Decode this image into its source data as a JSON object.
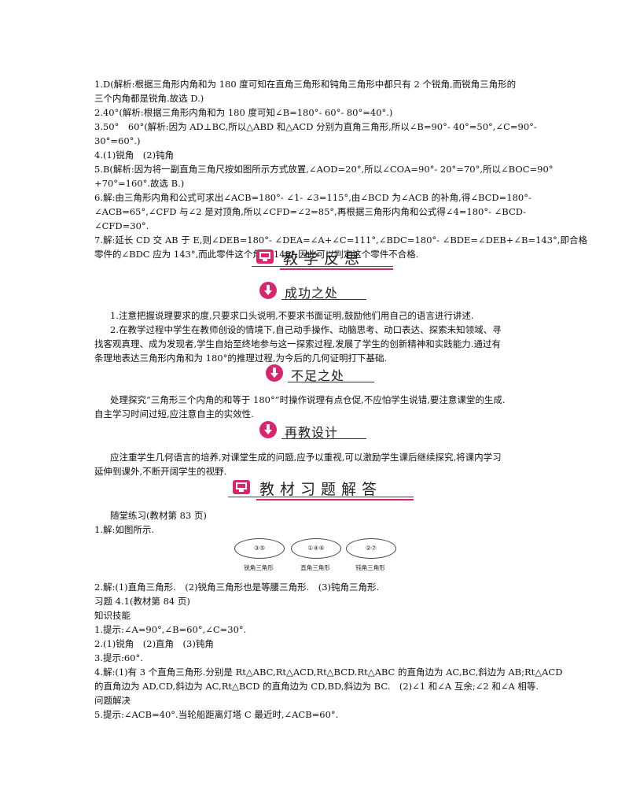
{
  "answers": [
    "1.D(解析:根据三角形内角和为 180 度可知在直角三角形和钝角三角形中都只有 2 个锐角,而锐角三角形的",
    "三个内角都是锐角.故选 D.)",
    "2.40°(解析:根据三角形内角和为 180 度可知∠B=180°- 60°- 80°=40°.)",
    "3.50°　60°(解析:因为 AD⊥BC,所以△ABD 和△ACD 分别为直角三角形,所以∠B=90°- 40°=50°,∠C=90°-",
    "30°=60°.)",
    "4.(1)锐角　(2)钝角",
    "5.B(解析:因为将一副直角三角尺按如图所示方式放置,∠AOD=20°,所以∠COA=90°- 20°=70°,所以∠BOC=90°",
    "+70°=160°.故选 B.)",
    "6.解:由三角形内角和公式可求出∠ACB=180°- ∠1- ∠3=115°,由∠BCD 为∠ACB 的补角,得∠BCD=180°-",
    "∠ACB=65°,∠CFD 与∠2 是对顶角,所以∠CFD=∠2=85°,再根据三角形内角和公式得∠4=180°- ∠BCD-",
    "∠CFD=30°.",
    "7.解:延长 CD 交 AB 于 E,则∠DEB=180°- ∠DEA=∠A+∠C=111°,∠BDC=180°- ∠BDE=∠DEB+∠B=143°,即合格",
    "零件的∠BDC 应为 143°,而此零件这个角为 148°,因此可以判定这个零件不合格."
  ],
  "banner1": {
    "title": "教学反思"
  },
  "sub1": {
    "title": "成功之处"
  },
  "success": [
    "1.注意把握说理要求的度,只要求口头说明,不要求书面证明,鼓励他们用自己的语言进行讲述.",
    "2.在教学过程中学生在教师创设的情境下,自己动手操作、动脑思考、动口表达、探索未知领域、寻",
    "找客观真理、成为发现者,学生自始至终地参与这一探索过程,发展了学生的创新精神和实践能力.通过有",
    "条理地表达三角形内角和为 180°的推理过程,为今后的几何证明打下基础."
  ],
  "sub2": {
    "title": "不足之处"
  },
  "shortcoming": [
    "处理探究“三角形三个内角的和等于 180°”时操作说理有点仓促,不应怕学生说错,要注意课堂的生成.",
    "自主学习时间过短,应注意自主的实效性."
  ],
  "sub3": {
    "title": "再教设计"
  },
  "redesign": [
    "应注重学生几何语言的培养,对课堂生成的问题,应予以重视,可以激励学生课后继续探究,将课内学习",
    "延伸到课外,不断开阔学生的视野."
  ],
  "banner2": {
    "title": "教材习题解答"
  },
  "exercise_head": [
    "随堂练习(教材第 83 页)",
    "1.解:如图所示."
  ],
  "figure": {
    "ellipses": [
      {
        "content": "③⑤",
        "label": "锐角三角形"
      },
      {
        "content": "①④⑥",
        "label": "直角三角形"
      },
      {
        "content": "②⑦",
        "label": "钝角三角形"
      }
    ]
  },
  "exercise_rest": [
    "2.解:(1)直角三角形.　(2)锐角三角形也是等腰三角形.　(3)钝角三角形.",
    "习题 4.1(教材第 84 页)",
    "知识技能",
    "1.提示:∠A=90°,∠B=60°,∠C=30°.",
    "2.(1)锐角　(2)直角　(3)钝角",
    "3.提示:60°.",
    "4.解:(1)有 3 个直角三角形.分别是 Rt△ABC,Rt△ACD,Rt△BCD.Rt△ABC 的直角边为 AC,BC,斜边为 AB;Rt△ACD",
    "的直角边为 AD,CD,斜边为 AC,Rt△BCD 的直角边为 CD,BD,斜边为 BC.　(2)∠1 和∠A 互余;∠2 和∠A 相等.",
    "问题解决",
    "5.提示:∠ACB=40°.当轮船距离灯塔 C 最近时,∠ACB=60°."
  ],
  "colors": {
    "accent": "#d6266d",
    "text": "#111111"
  },
  "icons": {
    "banner": "monitor-icon",
    "sub": "down-arrow-icon"
  }
}
